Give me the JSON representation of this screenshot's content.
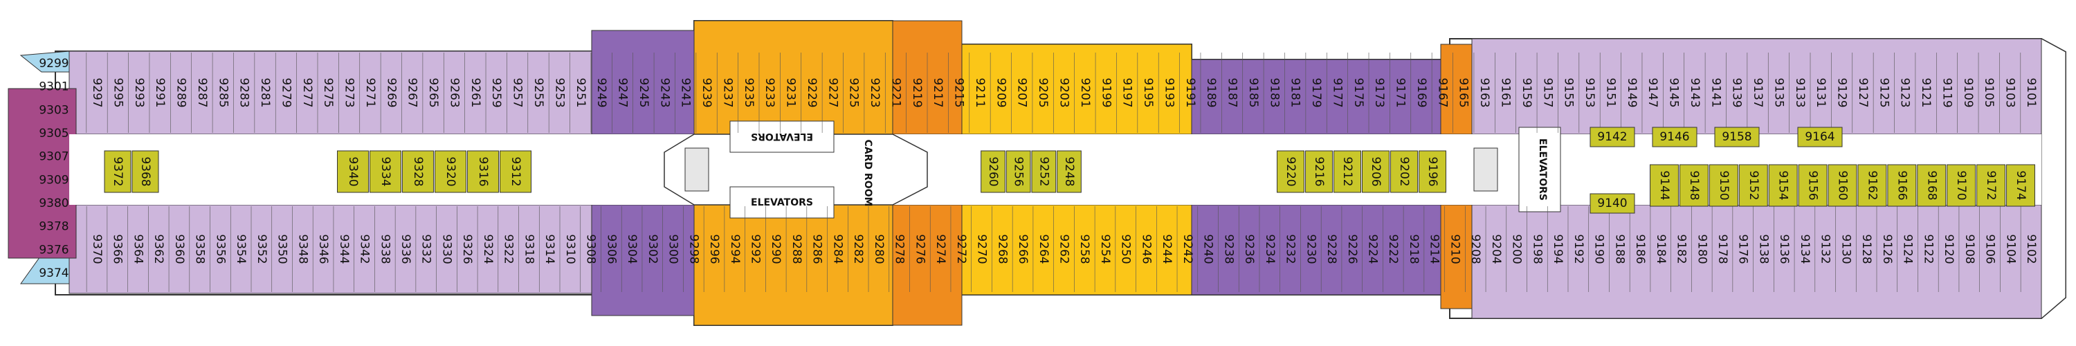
{
  "legend_colors": {
    "lilac": "#cdb6dc",
    "orange": "#f6ac1c",
    "yellow": "#fbc618",
    "purple": "#8d68b4",
    "magenta": "#a64a88",
    "dark_orange": "#ef8c1e",
    "lime": "#c9c72a",
    "light_blue": "#a9d8ee"
  },
  "labels": {
    "elevators_fwd": "ELEVATORS",
    "elevators_top": "ELEVATORS",
    "elevators_bottom": "ELEVATORS",
    "card_room": "CARD ROOM"
  },
  "bow_cabins": [
    "9299",
    "9301",
    "9303",
    "9305",
    "9307",
    "9309",
    "9380",
    "9378",
    "9376",
    "9374"
  ],
  "top_row": [
    "9297",
    "9295",
    "9293",
    "9291",
    "9289",
    "9287",
    "9285",
    "9283",
    "9281",
    "9279",
    "9277",
    "9275",
    "9273",
    "9271",
    "9269",
    "9267",
    "9265",
    "9263",
    "9261",
    "9259",
    "9257",
    "9255",
    "9253",
    "9251",
    "9249",
    "9247",
    "9245",
    "9243",
    "9241",
    "9239",
    "9237",
    "9235",
    "9233",
    "9231",
    "9229",
    "9227",
    "9225",
    "9223",
    "9221",
    "9219",
    "9217",
    "9215",
    "9211",
    "9209",
    "9207",
    "9205",
    "9203",
    "9201",
    "9199",
    "9197",
    "9195",
    "9193",
    "9191",
    "9189",
    "9187",
    "9185",
    "9183",
    "9181",
    "9179",
    "9177",
    "9175",
    "9173",
    "9171",
    "9169",
    "9167",
    "9165",
    "9163",
    "9161",
    "9159",
    "9157",
    "9155",
    "9153",
    "9151",
    "9149",
    "9147",
    "9145",
    "9143",
    "9141",
    "9139",
    "9137",
    "9135",
    "9133",
    "9131",
    "9129",
    "9127",
    "9125",
    "9123",
    "9121",
    "9119",
    "9109",
    "9105",
    "9103",
    "9101"
  ],
  "bottom_row": [
    "9370",
    "9366",
    "9364",
    "9362",
    "9360",
    "9358",
    "9356",
    "9354",
    "9352",
    "9350",
    "9348",
    "9346",
    "9344",
    "9342",
    "9338",
    "9336",
    "9332",
    "9330",
    "9326",
    "9324",
    "9322",
    "9318",
    "9314",
    "9310",
    "9308",
    "9306",
    "9304",
    "9302",
    "9300",
    "9298",
    "9296",
    "9294",
    "9292",
    "9290",
    "9288",
    "9286",
    "9284",
    "9282",
    "9280",
    "9278",
    "9276",
    "9274",
    "9272",
    "9270",
    "9268",
    "9266",
    "9264",
    "9262",
    "9258",
    "9254",
    "9250",
    "9246",
    "9244",
    "9242",
    "9240",
    "9238",
    "9236",
    "9234",
    "9232",
    "9230",
    "9228",
    "9226",
    "9224",
    "9222",
    "9218",
    "9214",
    "9210",
    "9208",
    "9204",
    "9200",
    "9198",
    "9194",
    "9192",
    "9190",
    "9188",
    "9186",
    "9184",
    "9182",
    "9180",
    "9178",
    "9176",
    "9138",
    "9136",
    "9134",
    "9132",
    "9130",
    "9128",
    "9126",
    "9124",
    "9122",
    "9120",
    "9108",
    "9106",
    "9104",
    "9102"
  ],
  "corridor_fwd": [
    "9372",
    "9368",
    "9340",
    "9334",
    "9328",
    "9320",
    "9316",
    "9312"
  ],
  "corridor_mid": [
    "9260",
    "9256",
    "9252",
    "9248"
  ],
  "corridor_aft": [
    "9220",
    "9216",
    "9212",
    "9206",
    "9202",
    "9196"
  ],
  "corridor_stern_top": [
    "9142",
    "9146",
    "9158",
    "9164"
  ],
  "corridor_stern_bottom": [
    "9144",
    "9148",
    "9150",
    "9152",
    "9154",
    "9156",
    "9160",
    "9162",
    "9166",
    "9168",
    "9170",
    "9172",
    "9174"
  ],
  "corridor_stern_single": [
    "9140"
  ]
}
